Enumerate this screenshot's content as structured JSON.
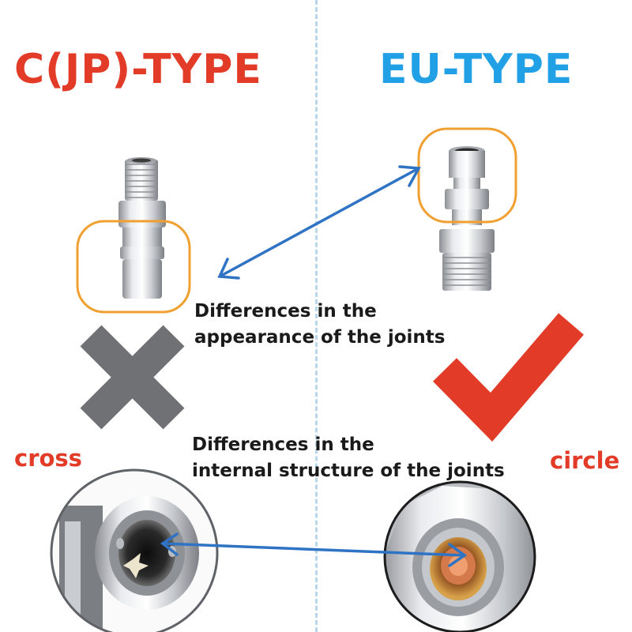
{
  "titles": {
    "left": "C(JP)-TYPE",
    "right": "EU-TYPE"
  },
  "captions": {
    "appearance_line1": "Differences in the",
    "appearance_line2": "appearance of the joints",
    "internal_line1": "Differences in the",
    "internal_line2": "internal structure of the joints"
  },
  "labels": {
    "left": "cross",
    "right": "circle"
  },
  "colors": {
    "red_accent": "#e23b27",
    "blue_accent": "#21a0e5",
    "arrow_blue": "#2f73c4",
    "highlight_orange": "#f0a030",
    "cross_gray": "#6f7175",
    "divider": "#b8d7ea"
  },
  "icons": {
    "wrong": "cross-mark-icon",
    "right": "check-mark-icon"
  }
}
